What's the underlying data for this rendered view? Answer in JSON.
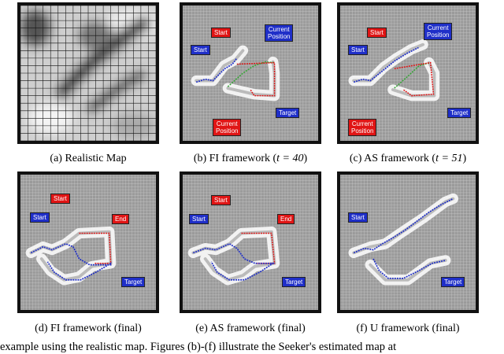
{
  "figure": {
    "panels": [
      {
        "id": "a",
        "caption": "(a) Realistic Map",
        "labels": []
      },
      {
        "id": "b",
        "caption": "(b) FI framework (",
        "caption_math": "t = 40",
        "caption_end": ")",
        "labels": [
          {
            "kind": "red",
            "text": "Start"
          },
          {
            "kind": "blue",
            "text": "Current\nPosition"
          },
          {
            "kind": "blue",
            "text": "Start"
          },
          {
            "kind": "red",
            "text": "Current\nPosition"
          },
          {
            "kind": "blue",
            "text": "Target"
          }
        ]
      },
      {
        "id": "c",
        "caption": "(c) AS framework (",
        "caption_math": "t = 51",
        "caption_end": ")",
        "labels": [
          {
            "kind": "red",
            "text": "Start"
          },
          {
            "kind": "blue",
            "text": "Current\nPosition"
          },
          {
            "kind": "blue",
            "text": "Start"
          },
          {
            "kind": "red",
            "text": "Current\nPosition"
          },
          {
            "kind": "blue",
            "text": "Target"
          }
        ]
      },
      {
        "id": "d",
        "caption": "(d) FI framework (final)",
        "labels": [
          {
            "kind": "red",
            "text": "Start"
          },
          {
            "kind": "red",
            "text": "End"
          },
          {
            "kind": "blue",
            "text": "Start"
          },
          {
            "kind": "blue",
            "text": "Target"
          }
        ]
      },
      {
        "id": "e",
        "caption": "(e) AS framework (final)",
        "labels": [
          {
            "kind": "red",
            "text": "Start"
          },
          {
            "kind": "red",
            "text": "End"
          },
          {
            "kind": "blue",
            "text": "Start"
          },
          {
            "kind": "blue",
            "text": "Target"
          }
        ]
      },
      {
        "id": "f",
        "caption": "(f) U framework (final)",
        "labels": [
          {
            "kind": "blue",
            "text": "Start"
          },
          {
            "kind": "blue",
            "text": "Target"
          }
        ]
      }
    ],
    "bottom_text": "example using the realistic map. Figures (b)-(f) illustrate the Seeker's estimated map at",
    "colors": {
      "seeker_path": "#1f2fc8",
      "target_path": "#e01515",
      "tag_blue": "#1f2fc8",
      "tag_red": "#e01515"
    }
  }
}
